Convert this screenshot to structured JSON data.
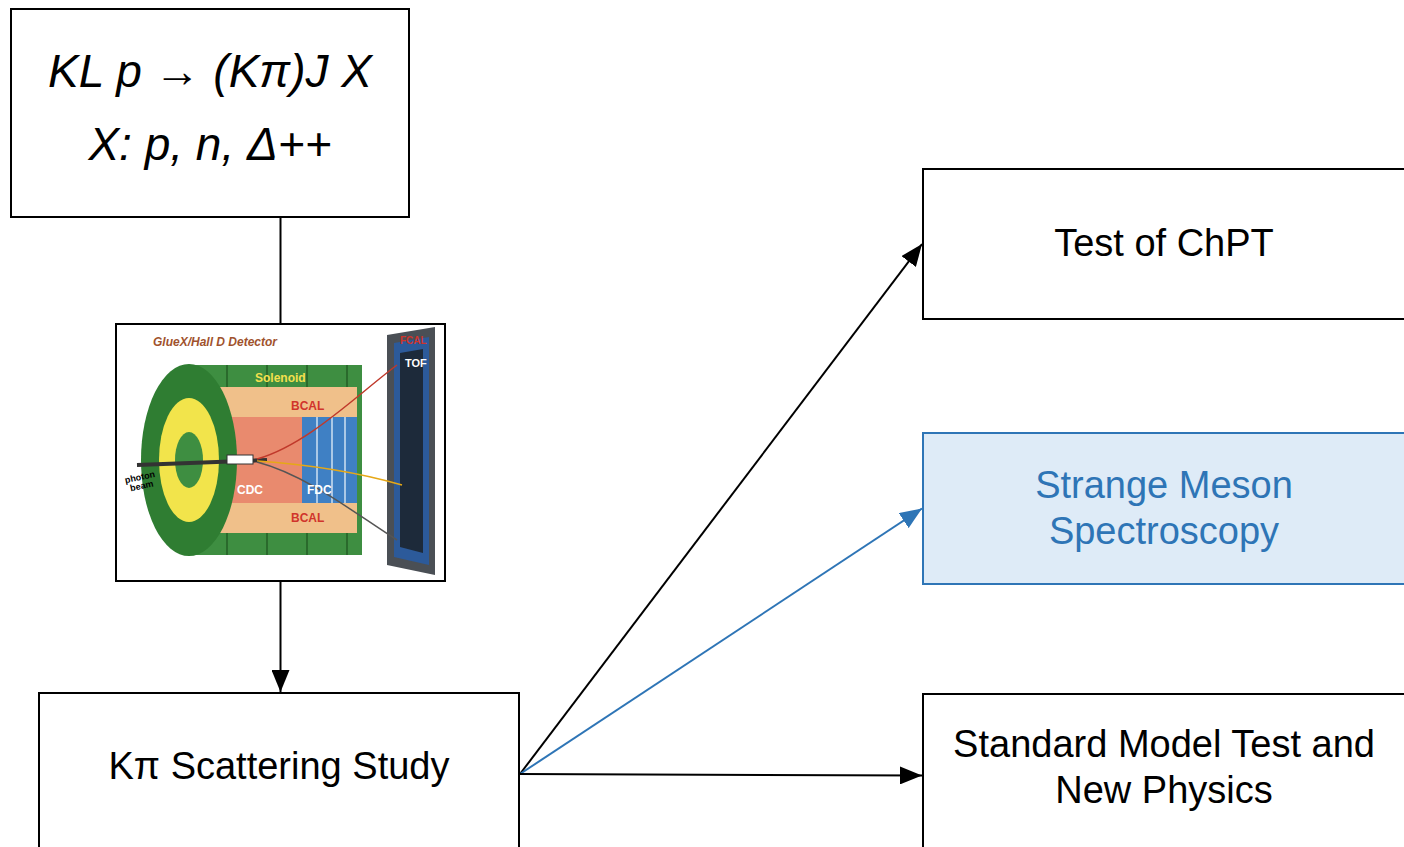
{
  "diagram": {
    "nodes": [
      {
        "text": [
          "KL p → (Kπ)J X",
          "X: p, n, Δ++"
        ]
      },
      {
        "text": [
          "GlueX/Hall D Detector"
        ]
      },
      {
        "text": [
          "Kπ Scattering Study"
        ]
      },
      {
        "text": [
          "Test of ChPT"
        ]
      },
      {
        "text": [
          "Strange Meson Spectroscopy"
        ]
      },
      {
        "text": [
          "Standard Model Test and New Physics"
        ]
      }
    ],
    "edges": [
      {
        "from": 0,
        "to": 1,
        "arrow": "none"
      },
      {
        "from": 1,
        "to": 2,
        "arrow": "to"
      },
      {
        "from": 2,
        "to": 3,
        "arrow": "to"
      },
      {
        "from": 2,
        "to": 4,
        "arrow": "to"
      },
      {
        "from": 2,
        "to": 5,
        "arrow": "to"
      }
    ],
    "labels": [
      "Solenoid",
      "BCAL",
      "BCAL",
      "CDC",
      "FDC",
      "TOF",
      "FCAL",
      "photon beam"
    ]
  }
}
